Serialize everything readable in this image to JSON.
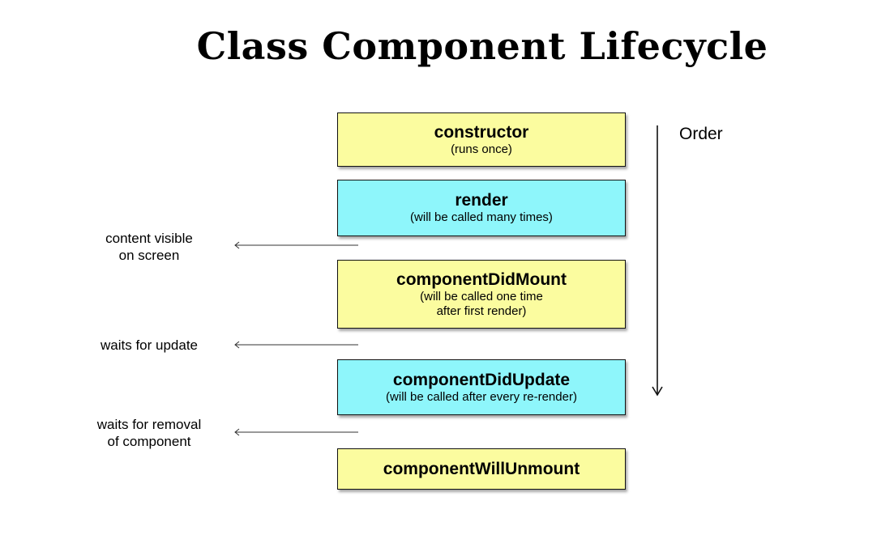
{
  "title": "Class Component Lifecycle",
  "order_label": "Order",
  "steps": [
    {
      "name": "constructor",
      "desc": "(runs once)",
      "color": "#fbfc9f"
    },
    {
      "name": "render",
      "desc": "(will be called many times)",
      "color": "#8ef6fb"
    },
    {
      "name": "componentDidMount",
      "desc": "(will be called one time\nafter first render)",
      "color": "#fbfc9f"
    },
    {
      "name": "componentDidUpdate",
      "desc": "(will be called after every re-render)",
      "color": "#8ef6fb"
    },
    {
      "name": "componentWillUnmount",
      "desc": "",
      "color": "#fbfc9f"
    }
  ],
  "notes": [
    {
      "text": "content visible\non screen"
    },
    {
      "text": "waits for update"
    },
    {
      "text": "waits for removal\nof component"
    }
  ]
}
